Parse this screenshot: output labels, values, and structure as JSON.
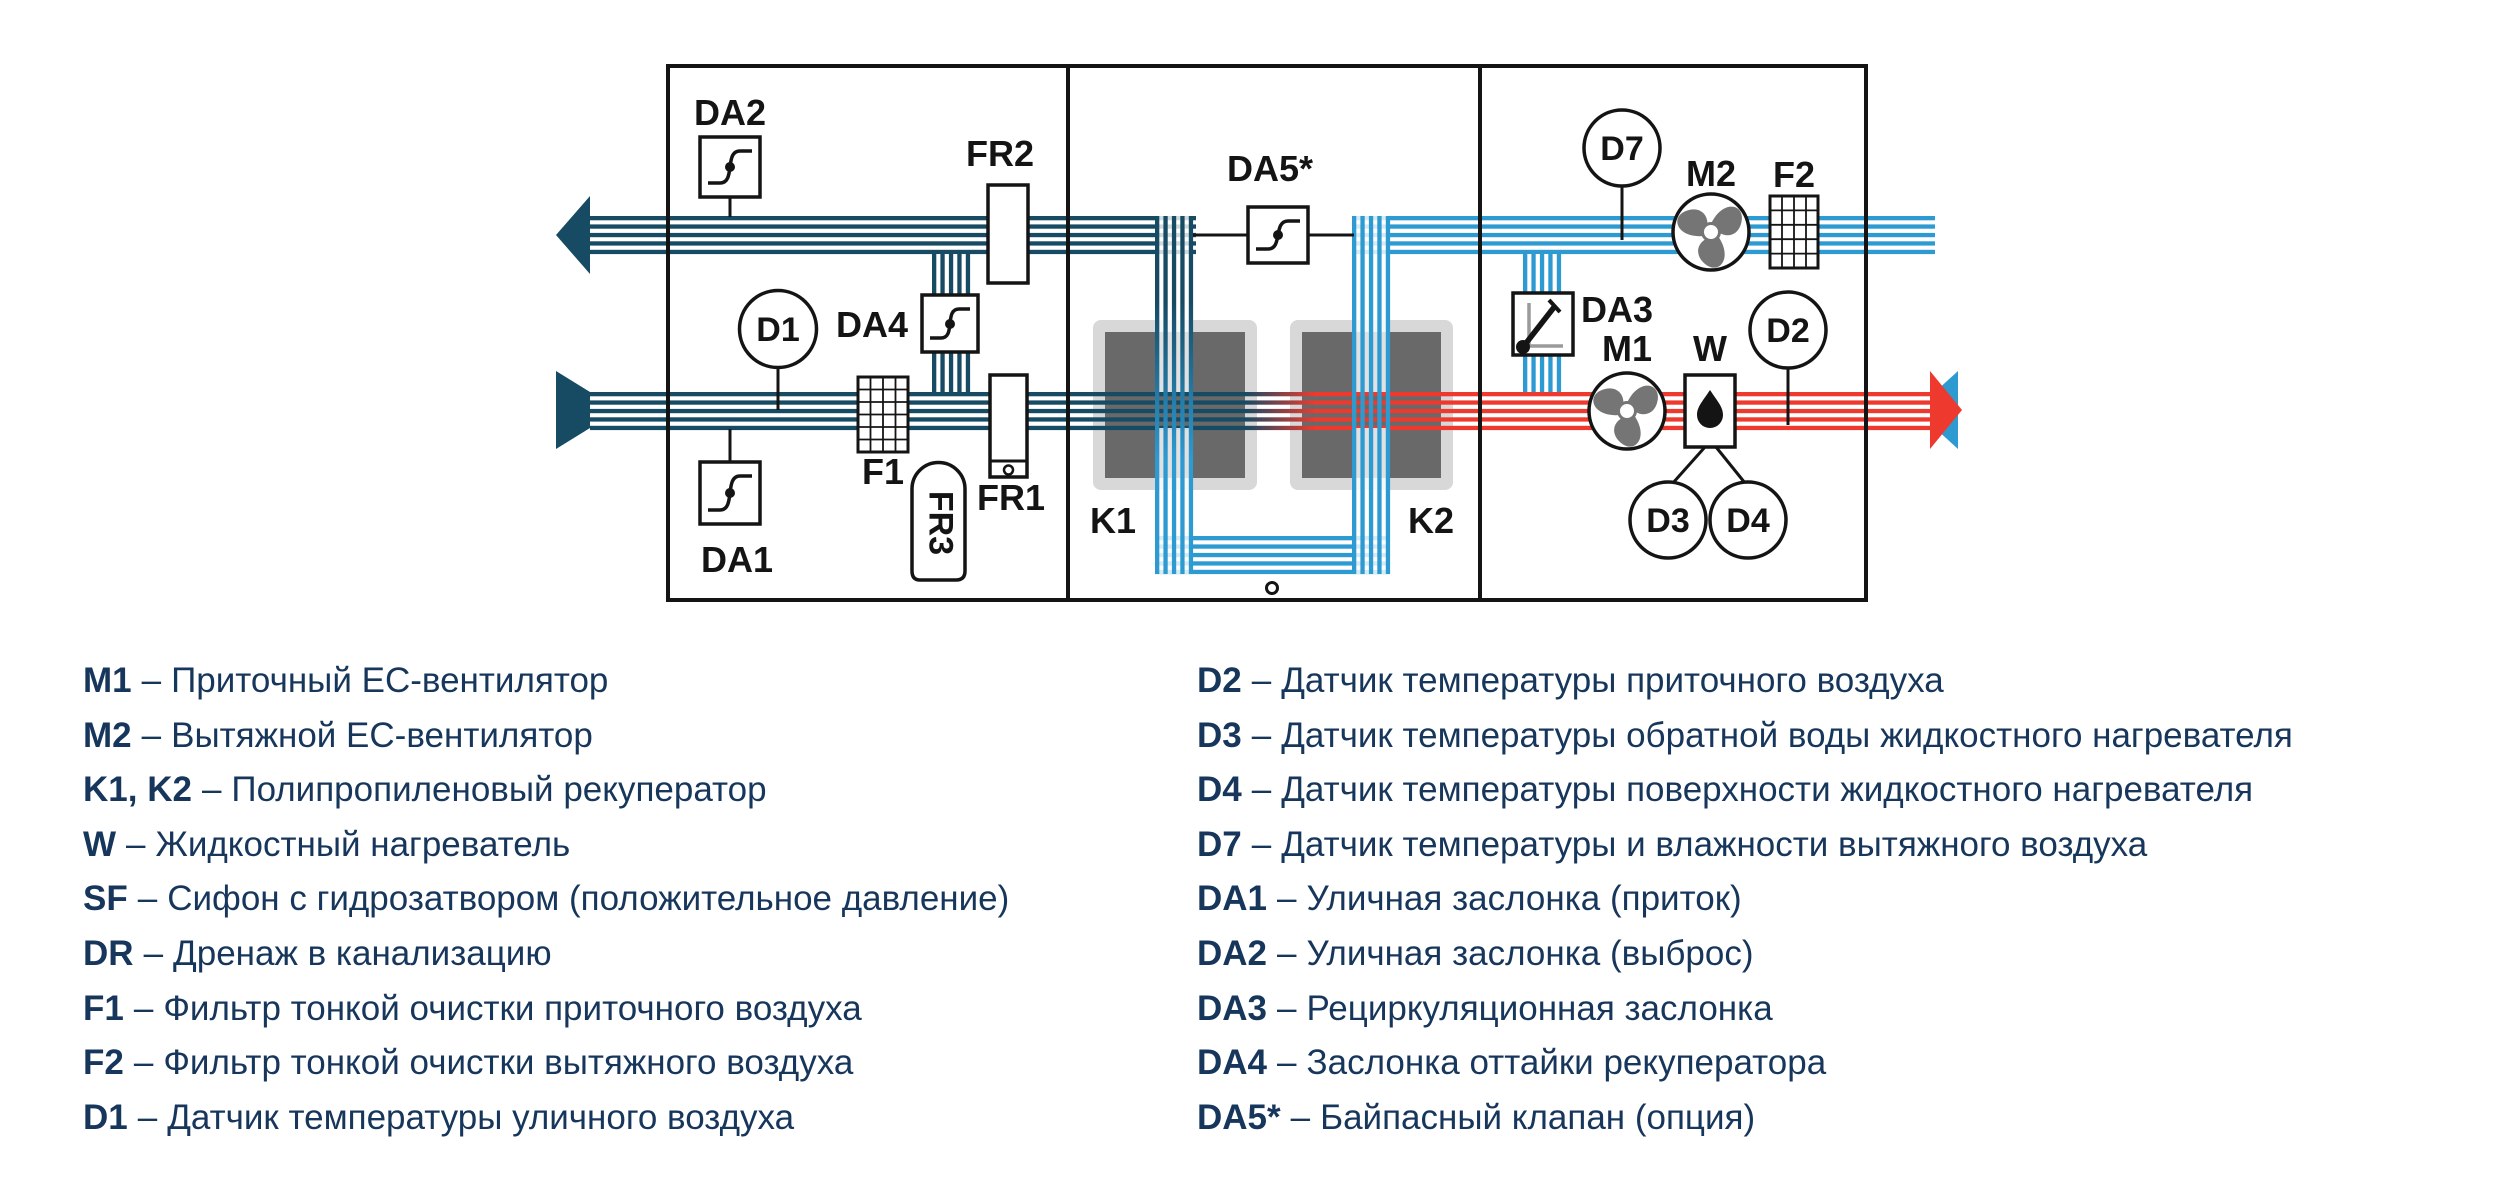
{
  "diagram": {
    "labels": {
      "da1": "DA1",
      "da2": "DA2",
      "da3": "DA3",
      "da4": "DA4",
      "da5": "DA5*",
      "fr1": "FR1",
      "fr2": "FR2",
      "fr3": "FR3",
      "f1": "F1",
      "f2": "F2",
      "d1": "D1",
      "d2": "D2",
      "d3": "D3",
      "d4": "D4",
      "d7": "D7",
      "m1": "M1",
      "m2": "M2",
      "w": "W",
      "k1": "K1",
      "k2": "K2"
    },
    "colors": {
      "duct_outdoor_exhaust_navy": "#174a63",
      "duct_extract_light_blue": "#2e9ad2",
      "duct_supply_hot_red": "#ee3a2e",
      "recuperator_core_gray": "#696969",
      "recuperator_frame_gray": "#d8d8d8",
      "fan_blade_gray": "#757575",
      "line_black": "#141414",
      "legend_text_navy": "#17365c"
    }
  },
  "legend": {
    "separator": "–",
    "left": [
      {
        "key": "M1",
        "desc": "Приточный ЕС-вентилятор"
      },
      {
        "key": "M2",
        "desc": "Вытяжной ЕС-вентилятор"
      },
      {
        "key": "K1, K2",
        "desc": "Полипропиленовый рекуператор"
      },
      {
        "key": "W",
        "desc": "Жидкостный нагреватель"
      },
      {
        "key": "SF",
        "desc": "Сифон с гидрозатвором (положительное давление)"
      },
      {
        "key": "DR",
        "desc": "Дренаж в канализацию"
      },
      {
        "key": "F1",
        "desc": "Фильтр тонкой очистки приточного воздуха"
      },
      {
        "key": "F2",
        "desc": "Фильтр тонкой очистки вытяжного воздуха"
      },
      {
        "key": "D1",
        "desc": "Датчик температуры уличного воздуха"
      }
    ],
    "right": [
      {
        "key": "D2",
        "desc": "Датчик температуры приточного воздуха"
      },
      {
        "key": "D3",
        "desc": "Датчик температуры обратной воды жидкостного нагревателя"
      },
      {
        "key": "D4",
        "desc": "Датчик температуры поверхности жидкостного нагревателя"
      },
      {
        "key": "D7",
        "desc": "Датчик температуры и влажности вытяжного воздуха"
      },
      {
        "key": "DA1",
        "desc": "Уличная заслонка (приток)"
      },
      {
        "key": "DA2",
        "desc": "Уличная заслонка (выброс)"
      },
      {
        "key": "DA3",
        "desc": "Рециркуляционная заслонка"
      },
      {
        "key": "DA4",
        "desc": "Заслонка оттайки рекуператора"
      },
      {
        "key": "DA5*",
        "desc": "Байпасный клапан (опция)"
      }
    ]
  }
}
